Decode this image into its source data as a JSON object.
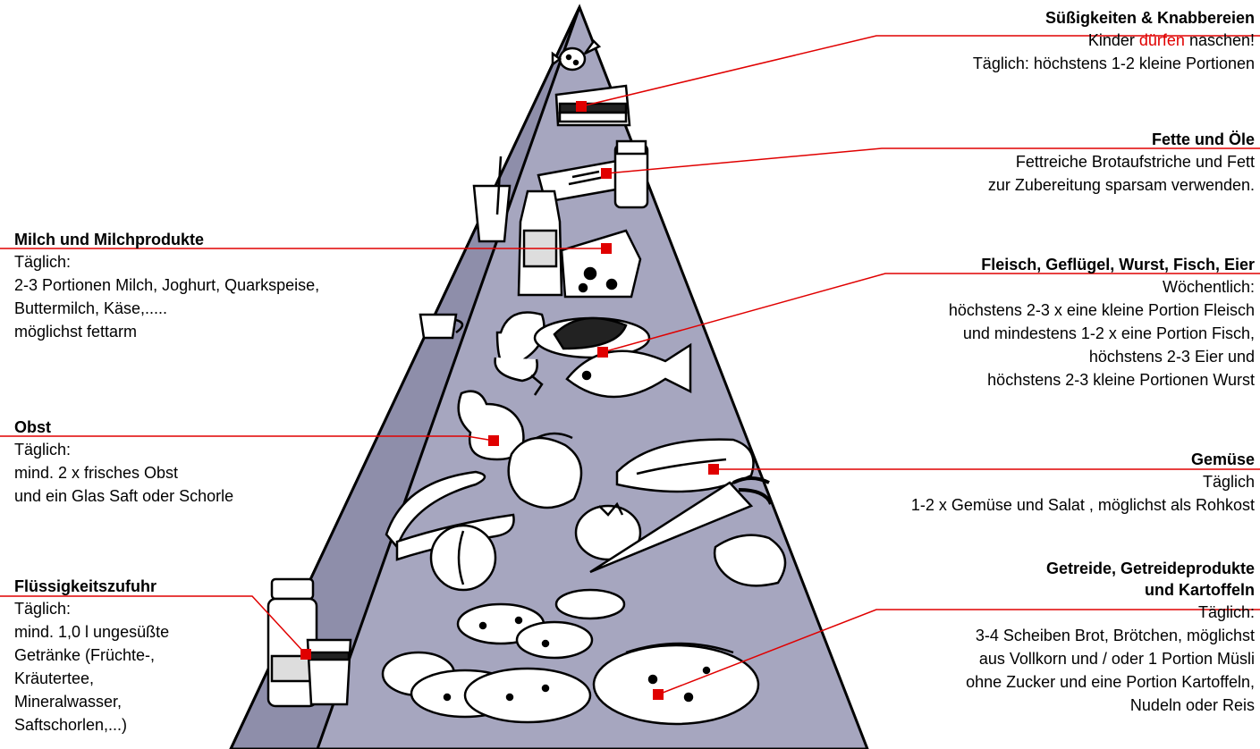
{
  "colors": {
    "pyramid_fill": "#a6a6bf",
    "pyramid_stroke": "#000000",
    "pointer": "#e00000",
    "text": "#000000",
    "highlight": "#e00000"
  },
  "food_icons": [
    "candy-icon",
    "cake-icon",
    "butter-icon",
    "oil-jar-icon",
    "drinking-glass-icon",
    "milk-bottle-icon",
    "cheese-icon",
    "cup-icon",
    "sausage-icon",
    "meat-plate-icon",
    "fish-icon",
    "pear-icon",
    "apple-icon",
    "banana-icon",
    "peach-icon",
    "lettuce-icon",
    "tomato-icon",
    "carrot-icon",
    "pepper-icon",
    "potato-icon",
    "bread-loaf-icon",
    "water-bottle-icon",
    "juice-glass-icon"
  ],
  "sweets": {
    "title": "Süßigkeiten & Knabbereien",
    "line1_pre": "Kinder ",
    "line1_hl": "dürfen",
    "line1_post": " naschen!",
    "line2": "Täglich: höchstens 1-2 kleine Portionen"
  },
  "fats": {
    "title": "Fette und Öle",
    "line1": "Fettreiche Brotaufstriche und Fett",
    "line2": "zur Zubereitung sparsam verwenden."
  },
  "milk": {
    "title": "Milch und Milchprodukte",
    "line1": "Täglich:",
    "line2": "2-3 Portionen Milch, Joghurt, Quarkspeise,",
    "line3": "Buttermilch, Käse,.....",
    "line4": "möglichst fettarm"
  },
  "meat": {
    "title": "Fleisch, Geflügel, Wurst, Fisch, Eier",
    "line1": "Wöchentlich:",
    "line2": "höchstens 2-3 x eine kleine Portion Fleisch",
    "line3": "und mindestens 1-2 x eine Portion Fisch,",
    "line4": "höchstens 2-3 Eier und",
    "line5": "höchstens 2-3 kleine Portionen Wurst"
  },
  "fruit": {
    "title": "Obst",
    "line1": "Täglich:",
    "line2": "mind. 2 x frisches Obst",
    "line3": "und ein Glas Saft oder Schorle"
  },
  "veg": {
    "title": "Gemüse",
    "line1": "Täglich",
    "line2": "1-2 x Gemüse und Salat , möglichst als Rohkost"
  },
  "fluids": {
    "title": "Flüssigkeitszufuhr",
    "line1": "Täglich:",
    "line2": "mind. 1,0 l ungesüßte",
    "line3": "Getränke (Früchte-,",
    "line4": "Kräutertee,",
    "line5": "Mineralwasser,",
    "line6": "Saftschorlen,...)"
  },
  "grain": {
    "title1": "Getreide, Getreideprodukte",
    "title2": "und Kartoffeln",
    "line1": "Täglich:",
    "line2": "3-4 Scheiben Brot, Brötchen, möglichst",
    "line3": "aus Vollkorn und / oder 1 Portion Müsli",
    "line4": "ohne Zucker und eine Portion Kartoffeln,",
    "line5": "Nudeln oder Reis"
  }
}
